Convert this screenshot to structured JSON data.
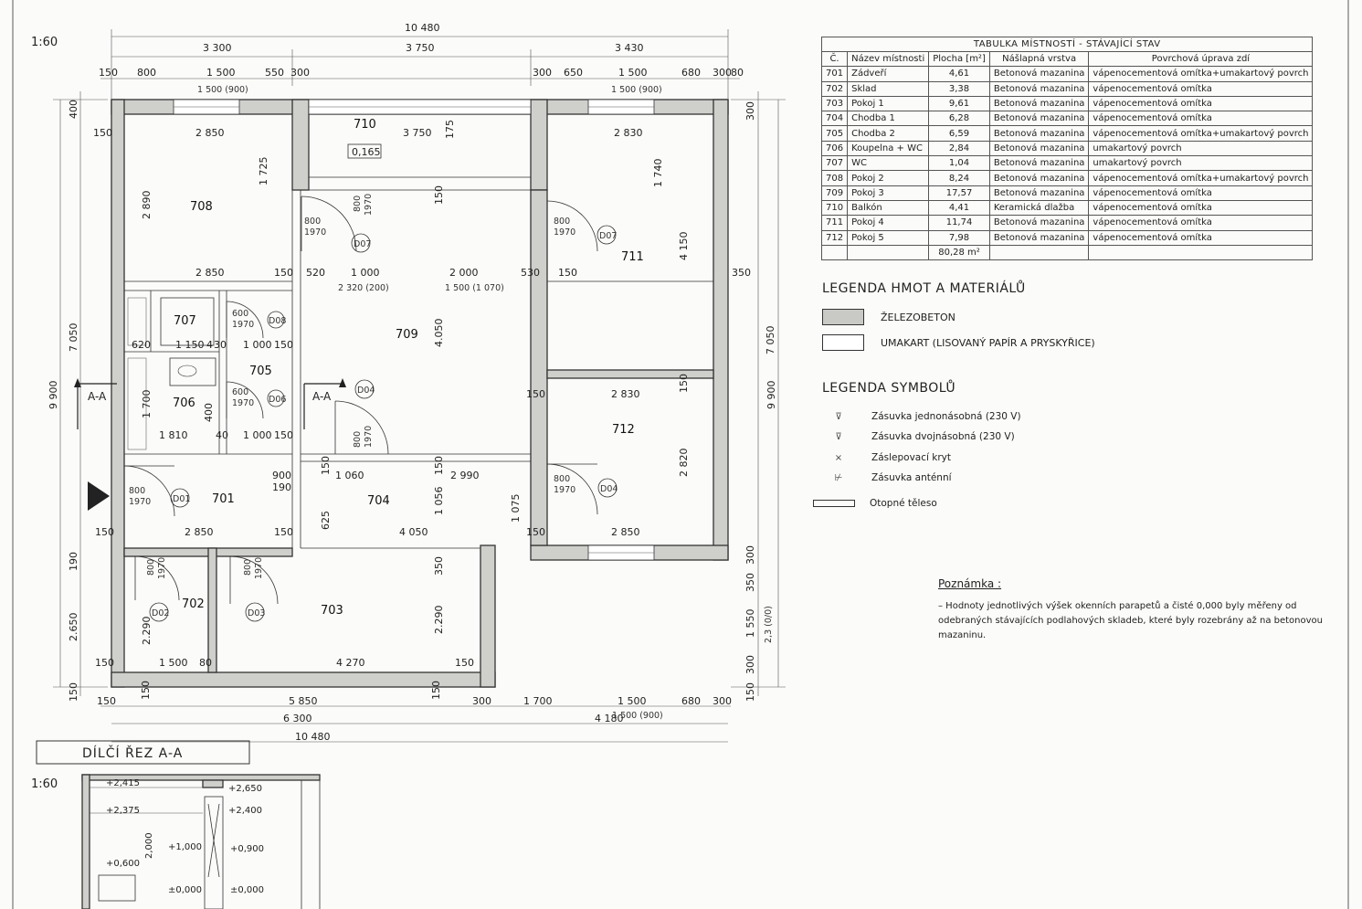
{
  "scale": "1:60",
  "section_scale": "1:60",
  "section_title": "DÍLČÍ ŘEZ A-A",
  "section_marker": "A-A",
  "entry_arrow": "entry-arrow",
  "room_labels": [
    "708",
    "710",
    "711",
    "707",
    "705",
    "709",
    "706",
    "701",
    "704",
    "712",
    "702",
    "703"
  ],
  "balcony_level": "0,165",
  "door_tags": [
    "D07",
    "D07",
    "D08",
    "D06",
    "D04",
    "D01",
    "D04",
    "D02",
    "D03"
  ],
  "door_sizes": {
    "d800": "800",
    "d600": "600",
    "d1970": "1970"
  },
  "dims_top": {
    "overall": "10 480",
    "seg": [
      "3 300",
      "3 750",
      "3 430"
    ],
    "detail": [
      "150",
      "800",
      "1 500",
      "550",
      "300",
      "300",
      "650",
      "1 500",
      "680",
      "300",
      "80"
    ],
    "window": [
      "1 500 (900)",
      "1 500 (900)"
    ]
  },
  "dims_bottom": {
    "row1": [
      "150",
      "150",
      "5 850",
      "150",
      "300",
      "1 700",
      "1 500",
      "680",
      "300"
    ],
    "row2": [
      "6 300",
      "4 180",
      "1 500 (900)"
    ],
    "overall": "10 480"
  },
  "dims_left": [
    "400",
    "7 050",
    "9 900",
    "190",
    "2.650",
    "150",
    "150"
  ],
  "dims_right": [
    "300",
    "7 050",
    "9 900",
    "300",
    "350",
    "1 550",
    "300",
    "150"
  ],
  "rh_label": "2,3 (0/0)",
  "dims_inner": [
    "2 850",
    "1 725",
    "2 890",
    "3 750",
    "175",
    "2 830",
    "1 740",
    "150",
    "2 850",
    "150",
    "520",
    "1 000",
    "2 000",
    "530",
    "150",
    "350",
    "2 320 (200)",
    "1 500 (1 070)",
    "4 150",
    "620",
    "1 150",
    "4",
    "30",
    "1 000",
    "150",
    "4.050",
    "1 700",
    "400",
    "1 810",
    "40",
    "1 000",
    "150",
    "150",
    "2 830",
    "150",
    "900",
    "190",
    "150",
    "1 060",
    "150",
    "2 990",
    "2 820",
    "625",
    "1 056",
    "1 075",
    "2 850",
    "4 050",
    "150",
    "2 850",
    "150",
    "150",
    "150",
    "2.290",
    "2.290",
    "350",
    "1 500",
    "80",
    "4 270",
    "150"
  ],
  "room_table": {
    "title": "TABULKA MÍSTNOSTÍ - STÁVAJÍCÍ STAV",
    "headers": [
      "Č.",
      "Název místnosti",
      "Plocha [m²]",
      "Nášlapná vrstva",
      "Povrchová úprava zdí"
    ],
    "rows": [
      [
        "701",
        "Zádveří",
        "4,61",
        "Betonová mazanina",
        "vápenocementová omítka+umakartový povrch"
      ],
      [
        "702",
        "Sklad",
        "3,38",
        "Betonová mazanina",
        "vápenocementová omítka"
      ],
      [
        "703",
        "Pokoj 1",
        "9,61",
        "Betonová mazanina",
        "vápenocementová omítka"
      ],
      [
        "704",
        "Chodba 1",
        "6,28",
        "Betonová mazanina",
        "vápenocementová omítka"
      ],
      [
        "705",
        "Chodba 2",
        "6,59",
        "Betonová mazanina",
        "vápenocementová omítka+umakartový povrch"
      ],
      [
        "706",
        "Koupelna + WC",
        "2,84",
        "Betonová mazanina",
        "umakartový povrch"
      ],
      [
        "707",
        "WC",
        "1,04",
        "Betonová mazanina",
        "umakartový povrch"
      ],
      [
        "708",
        "Pokoj 2",
        "8,24",
        "Betonová mazanina",
        "vápenocementová omítka+umakartový povrch"
      ],
      [
        "709",
        "Pokoj 3",
        "17,57",
        "Betonová mazanina",
        "vápenocementová omítka"
      ],
      [
        "710",
        "Balkón",
        "4,41",
        "Keramická dlažba",
        "vápenocementová omítka"
      ],
      [
        "711",
        "Pokoj 4",
        "11,74",
        "Betonová mazanina",
        "vápenocementová omítka"
      ],
      [
        "712",
        "Pokoj 5",
        "7,98",
        "Betonová mazanina",
        "vápenocementová omítka"
      ]
    ],
    "total": "80,28 m²"
  },
  "legend_materials": {
    "title": "LEGENDA HMOT A MATERIÁLŮ",
    "items": [
      {
        "label": "ŽELEZOBETON",
        "color": "#c9c9c6"
      },
      {
        "label": "UMAKART (LISOVANÝ PAPÍR A PRYSKYŘICE)",
        "color": "#ffffff"
      }
    ]
  },
  "legend_symbols": {
    "title": "LEGENDA SYMBOLŮ",
    "items": [
      {
        "icon": "socket-single-icon",
        "glyph": "⊽",
        "label": "Zásuvka jednonásobná (230 V)"
      },
      {
        "icon": "socket-double-icon",
        "glyph": "⊽",
        "label": "Zásuvka dvojnásobná (230 V)"
      },
      {
        "icon": "cover-plate-icon",
        "glyph": "×",
        "label": "Záslepovací kryt"
      },
      {
        "icon": "antenna-socket-icon",
        "glyph": "⊬",
        "label": "Zásuvka anténní"
      },
      {
        "icon": "radiator-icon",
        "glyph": "",
        "label": "Otopné těleso"
      }
    ]
  },
  "note": {
    "title": "Poznámka :",
    "text": "– Hodnoty jednotlivých výšek okenních parapetů a čisté 0,000 byly měřeny od odebraných stávajících podlahových skladeb, které byly rozebrány až na betonovou mazaninu."
  },
  "section_levels": [
    "+2,415",
    "+2,375",
    "+2,650",
    "+2,400",
    "+1,000",
    "+0,900",
    "+0,600",
    "±0,000",
    "±0,000",
    "2,000"
  ],
  "wall_color": "#cfcfcc"
}
